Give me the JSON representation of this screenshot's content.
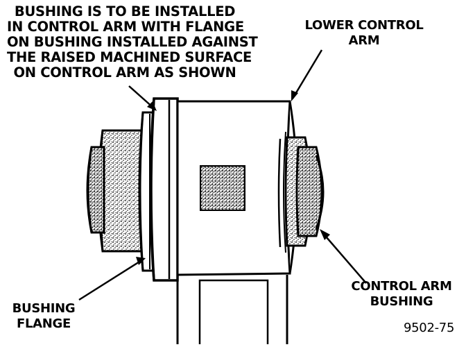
{
  "diagram": {
    "install_note": [
      "BUSHING IS TO BE INSTALLED",
      "IN CONTROL ARM WITH FLANGE",
      "ON BUSHING INSTALLED AGAINST",
      "THE RAISED MACHINED SURFACE",
      "ON CONTROL ARM AS SHOWN"
    ],
    "labels": {
      "lower_control_arm": [
        "LOWER CONTROL",
        "ARM"
      ],
      "control_arm_bushing": [
        "CONTROL ARM",
        "BUSHING"
      ],
      "bushing_flange": [
        "BUSHING",
        "FLANGE"
      ]
    },
    "figure_number": "9502-75"
  }
}
